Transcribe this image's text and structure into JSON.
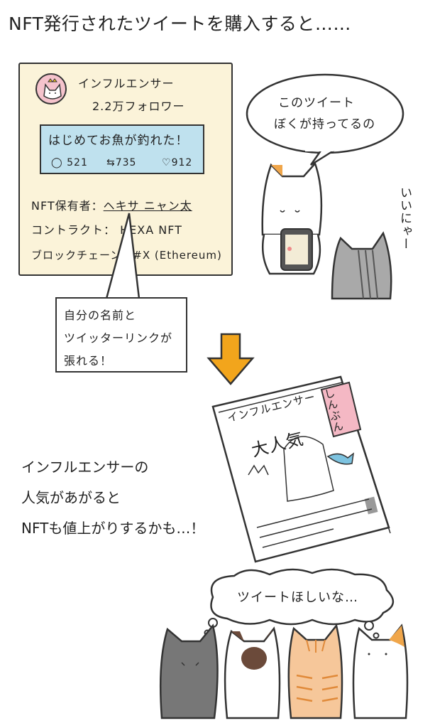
{
  "title": "NFT発行されたツイートを購入すると……",
  "card": {
    "name": "インフルエンサー",
    "followers": "2.2万フォロワー",
    "tweet_text": "はじめてお魚が釣れた！",
    "replies": "521",
    "retweets": "735",
    "likes": "912",
    "owner_label": "NFT保有者：",
    "owner_value": "ヘキサ ニャン太",
    "contract_label": "コントラクト：",
    "contract_value": "HEXA NFT",
    "chain_label": "ブロックチェーン：",
    "chain_value": "#X (Ethereum)"
  },
  "caption_lines": [
    "自分の名前と",
    "ツイッターリンクが",
    "張れる！"
  ],
  "speech_lines": [
    "このツイート",
    "ぼくが持ってるの"
  ],
  "exclaim": "いいにゃー",
  "newspaper": {
    "headline1": "インフルエンサー",
    "headline2": "大人気",
    "tag": "しんぶん"
  },
  "middle_lines": [
    "インフルエンサーの",
    "人気があがると",
    "NFTも値上がりするかも…！"
  ],
  "thought": "ツイートほしいな…",
  "colors": {
    "card_bg": "#fbf3d9",
    "tweet_bg": "#bfe1ee",
    "avatar_bg": "#f5c3cc",
    "arrow": "#f2a51c",
    "news_tag": "#f4b8c4"
  }
}
